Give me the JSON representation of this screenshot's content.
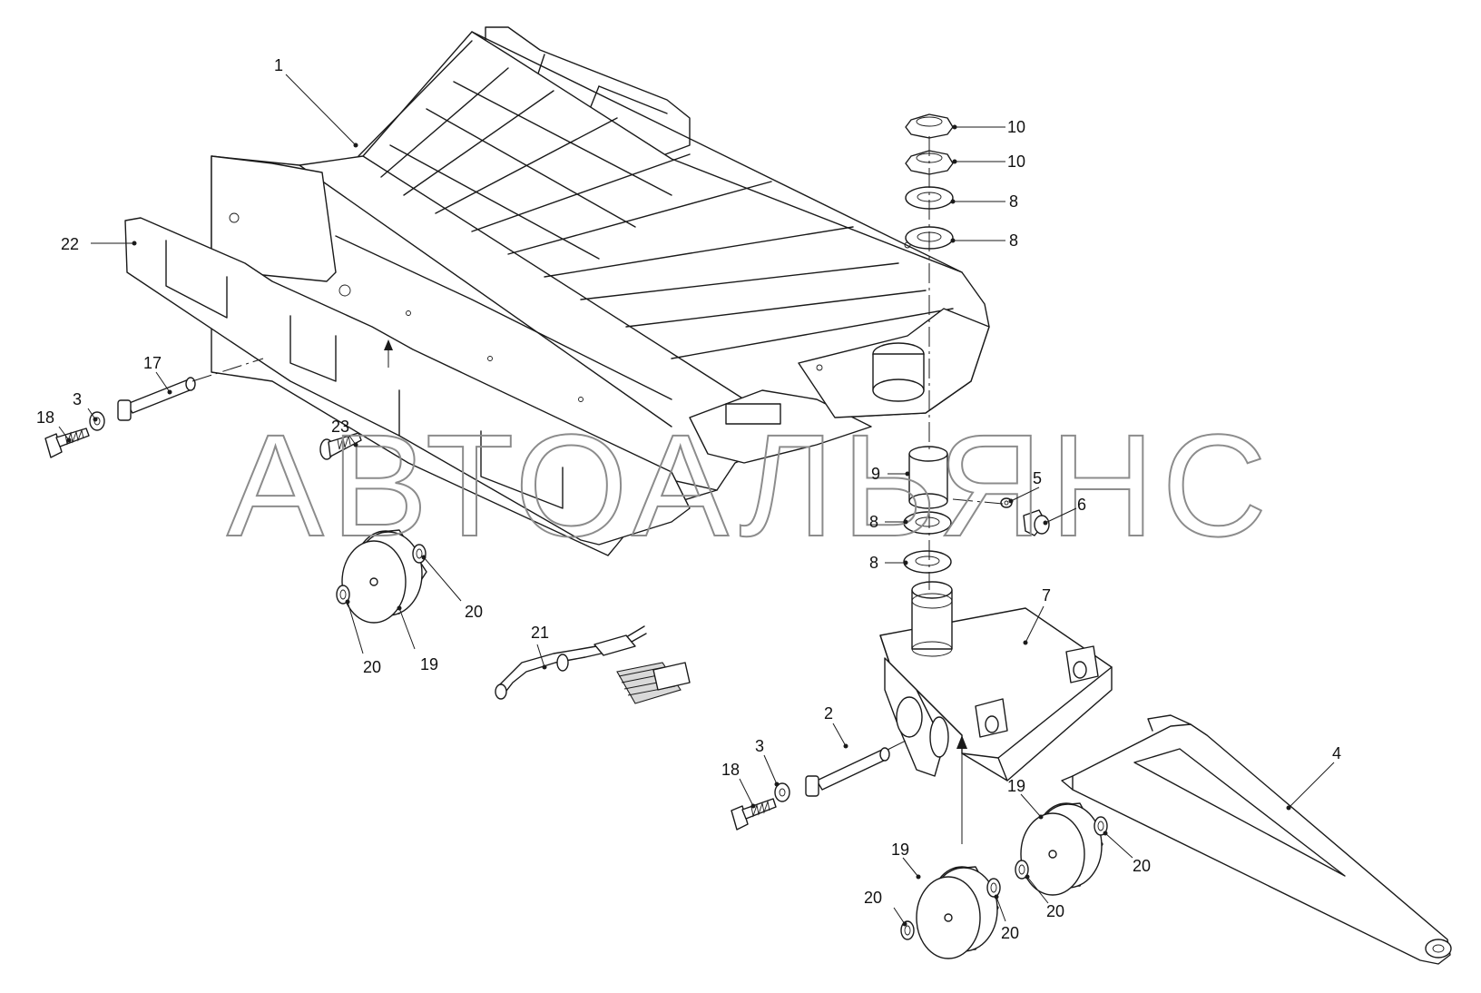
{
  "watermark": "АВТОАЛЬЯНС",
  "labels": {
    "n1": "1",
    "n2": "2",
    "n3a": "3",
    "n3b": "3",
    "n4": "4",
    "n5": "5",
    "n6": "6",
    "n7": "7",
    "n8a": "8",
    "n8b": "8",
    "n8c": "8",
    "n8d": "8",
    "n9": "9",
    "n10a": "10",
    "n10b": "10",
    "n17": "17",
    "n18a": "18",
    "n18b": "18",
    "n19a": "19",
    "n19b": "19",
    "n19c": "19",
    "n20a": "20",
    "n20b": "20",
    "n20c": "20",
    "n20d": "20",
    "n20e": "20",
    "n20f": "20",
    "n21": "21",
    "n22": "22",
    "n23": "23"
  }
}
